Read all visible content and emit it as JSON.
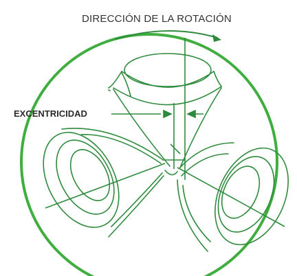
{
  "diagram": {
    "rotation_label": "DIRECCIÓN DE LA ROTACIÓN",
    "eccentricity_label": "EXCENTRICIDAD"
  },
  "colors": {
    "line": "#2e8a3c",
    "outline": "#3fae3f",
    "text": "#333333",
    "background": "#ffffff"
  },
  "icons": {
    "rotation_arrow": "curved-arrow-right"
  }
}
